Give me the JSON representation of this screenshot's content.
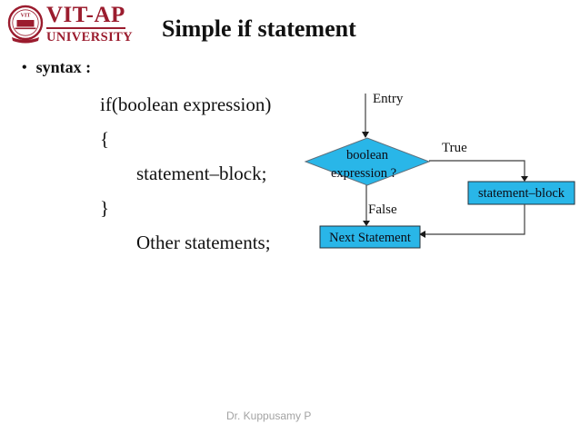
{
  "logo": {
    "seal_text": "VIT",
    "title": "VIT-AP",
    "subtitle": "UNIVERSITY",
    "color": "#9b1c2e"
  },
  "header": {
    "title": "Simple if statement"
  },
  "syntax": {
    "bullet_glyph": "•",
    "label": "syntax :",
    "code_lines": [
      "if(boolean expression)",
      "{",
      "statement–block;",
      "}",
      "Other statements;"
    ]
  },
  "flowchart": {
    "entry_label": "Entry",
    "condition_line1": "boolean",
    "condition_line2": "expression ?",
    "true_label": "True",
    "false_label": "False",
    "statement_box_label": "statement–block",
    "next_box_label": "Next Statement",
    "node_fill": "#29b6e8"
  },
  "footer": {
    "author": "Dr. Kuppusamy P"
  }
}
